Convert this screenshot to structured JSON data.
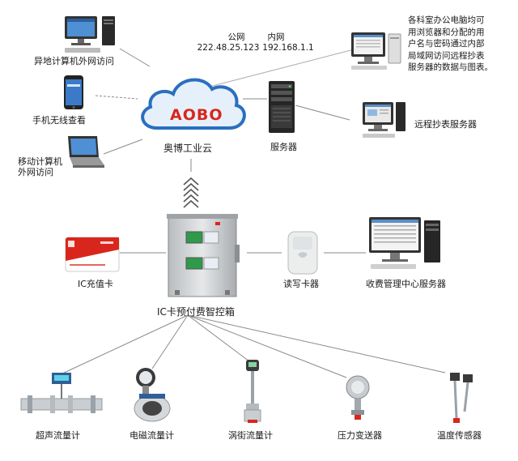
{
  "cloud": {
    "logo": "AOBO",
    "label": "奥博工业云"
  },
  "network": {
    "public": {
      "label": "公网",
      "ip": "222.48.25.123"
    },
    "internal": {
      "label": "内网",
      "ip": "192.168.1.1"
    }
  },
  "nodes": {
    "remote_pc": "异地计算机外网访问",
    "phone": "手机无线查看",
    "laptop_line1": "移动计算机",
    "laptop_line2": "外网访问",
    "server": "服务器",
    "remote_reading_server": "远程抄表服务器",
    "ic_card": "IC充值卡",
    "control_box": "IC卡预付费智控箱",
    "card_reader": "读写卡器",
    "billing_server": "收费管理中心服务器"
  },
  "office_note": [
    "各科室办公电脑均可",
    "用浏览器和分配的用",
    "户名与密码通过内部",
    "局域网访问远程抄表",
    "服务器的数据与图表。"
  ],
  "sensors": [
    {
      "label": "超声流量计"
    },
    {
      "label": "电磁流量计"
    },
    {
      "label": "涡街流量计"
    },
    {
      "label": "压力变送器"
    },
    {
      "label": "温度传感器"
    }
  ],
  "colors": {
    "cloud_blue": "#2a6fc0",
    "logo_red": "#d9261c",
    "line_gray": "#8a8a8a",
    "screen_green": "#2e9a4a"
  }
}
